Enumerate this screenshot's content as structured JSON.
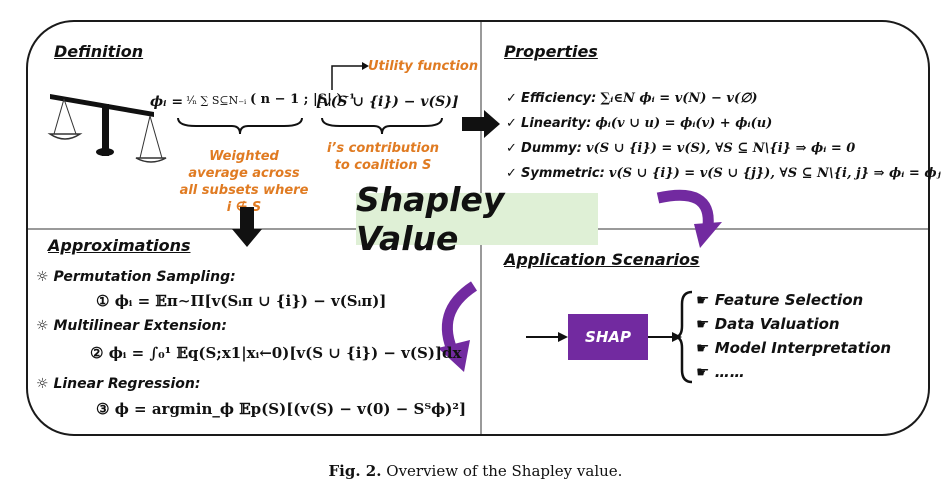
{
  "center_title": "Shapley Value",
  "definition": {
    "title": "Definition",
    "formula_lhs": "ϕᵢ =",
    "formula_sum": "¹⁄ₙ ∑ S⊆N₋ᵢ",
    "formula_binom": "( n − 1 ; |S| )⁻¹",
    "formula_bracket": "[v(S ∪ {i}) − v(S)]",
    "utility_label": "Utility function",
    "contribution_label": "i’s contribution to coalition S",
    "weighted_label": "Weighted average across all subsets where i ∉ S"
  },
  "properties": {
    "title": "Properties",
    "items": [
      {
        "label": "Efficiency:",
        "formula": "∑ᵢ∈N ϕᵢ = v(N) − v(∅)"
      },
      {
        "label": "Linearity:",
        "formula": "ϕᵢ(v ∪ u) = ϕᵢ(v) + ϕᵢ(u)"
      },
      {
        "label": "Dummy:",
        "formula": "v(S ∪ {i}) = v(S), ∀S ⊆ N\\{i} ⇒ ϕᵢ = 0"
      },
      {
        "label": "Symmetric:",
        "formula": "v(S ∪ {i}) = v(S ∪ {j}), ∀S ⊆ N\\{i, j} ⇒ ϕᵢ = ϕⱼ"
      }
    ]
  },
  "approximations": {
    "title": "Approximations",
    "items": [
      {
        "label": "Permutation Sampling:",
        "num": "①",
        "formula": "ϕᵢ = 𝔼π∼Π[v(Sᵢπ ∪ {i}) − v(Sᵢπ)]"
      },
      {
        "label": "Multilinear Extension:",
        "num": "②",
        "formula": "ϕᵢ = ∫₀¹ 𝔼q(S;x1|xᵢ←0)[v(S ∪ {i}) − v(S)]dx"
      },
      {
        "label": "Linear Regression:",
        "num": "③",
        "formula": "ϕ = argmin_ϕ 𝔼p(S)[(v(S) − v(0) − Sᵀϕ)²]"
      }
    ]
  },
  "applications": {
    "title": "Application Scenarios",
    "box_label": "SHAP",
    "items": [
      "Feature Selection",
      "Data Valuation",
      "Model Interpretation",
      "……"
    ]
  },
  "caption": {
    "prefix": "Fig. 2.",
    "text": "Overview of the Shapley value."
  },
  "colors": {
    "accent_orange": "#e07b22",
    "shap_purple": "#722aa0",
    "center_green": "#dff0d6"
  }
}
